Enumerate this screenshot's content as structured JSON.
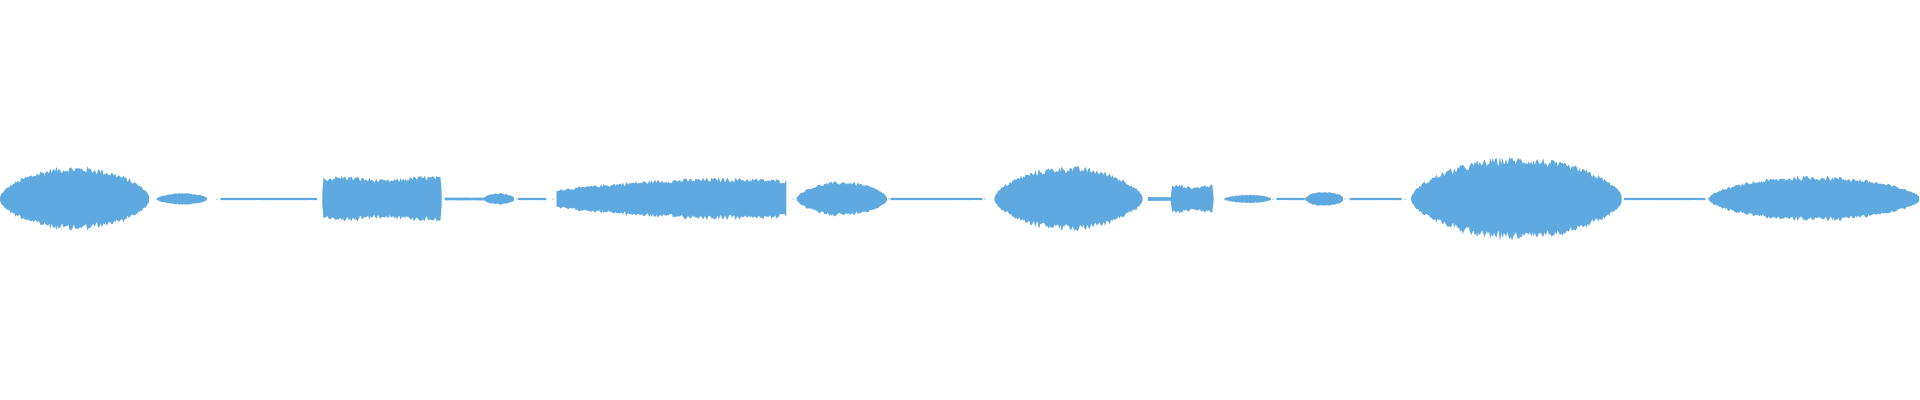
{
  "waveform": {
    "color": "#5ea9e0",
    "background": "#ffffff",
    "duration_fraction_note": "",
    "segments": [
      {
        "start": 0.0,
        "end": 0.078,
        "amp": 0.78,
        "shape": "swell"
      },
      {
        "start": 0.082,
        "end": 0.108,
        "amp": 0.14,
        "shape": "swell"
      },
      {
        "start": 0.115,
        "end": 0.165,
        "amp": 0.02,
        "shape": "flat"
      },
      {
        "start": 0.168,
        "end": 0.23,
        "amp": 0.55,
        "shape": "block"
      },
      {
        "start": 0.232,
        "end": 0.252,
        "amp": 0.05,
        "shape": "flat"
      },
      {
        "start": 0.252,
        "end": 0.268,
        "amp": 0.14,
        "shape": "swell"
      },
      {
        "start": 0.27,
        "end": 0.285,
        "amp": 0.02,
        "shape": "flat"
      },
      {
        "start": 0.29,
        "end": 0.41,
        "amp": 0.5,
        "shape": "rise"
      },
      {
        "start": 0.415,
        "end": 0.462,
        "amp": 0.42,
        "shape": "swell"
      },
      {
        "start": 0.464,
        "end": 0.512,
        "amp": 0.03,
        "shape": "flat"
      },
      {
        "start": 0.518,
        "end": 0.595,
        "amp": 0.78,
        "shape": "swell"
      },
      {
        "start": 0.598,
        "end": 0.61,
        "amp": 0.07,
        "shape": "flat"
      },
      {
        "start": 0.61,
        "end": 0.632,
        "amp": 0.34,
        "shape": "block"
      },
      {
        "start": 0.638,
        "end": 0.662,
        "amp": 0.1,
        "shape": "swell"
      },
      {
        "start": 0.665,
        "end": 0.68,
        "amp": 0.02,
        "shape": "flat"
      },
      {
        "start": 0.68,
        "end": 0.7,
        "amp": 0.18,
        "shape": "swell"
      },
      {
        "start": 0.703,
        "end": 0.73,
        "amp": 0.03,
        "shape": "flat"
      },
      {
        "start": 0.735,
        "end": 0.845,
        "amp": 1.0,
        "shape": "swell"
      },
      {
        "start": 0.846,
        "end": 0.888,
        "amp": 0.03,
        "shape": "flat"
      },
      {
        "start": 0.89,
        "end": 1.0,
        "amp": 0.55,
        "shape": "swell"
      }
    ]
  }
}
